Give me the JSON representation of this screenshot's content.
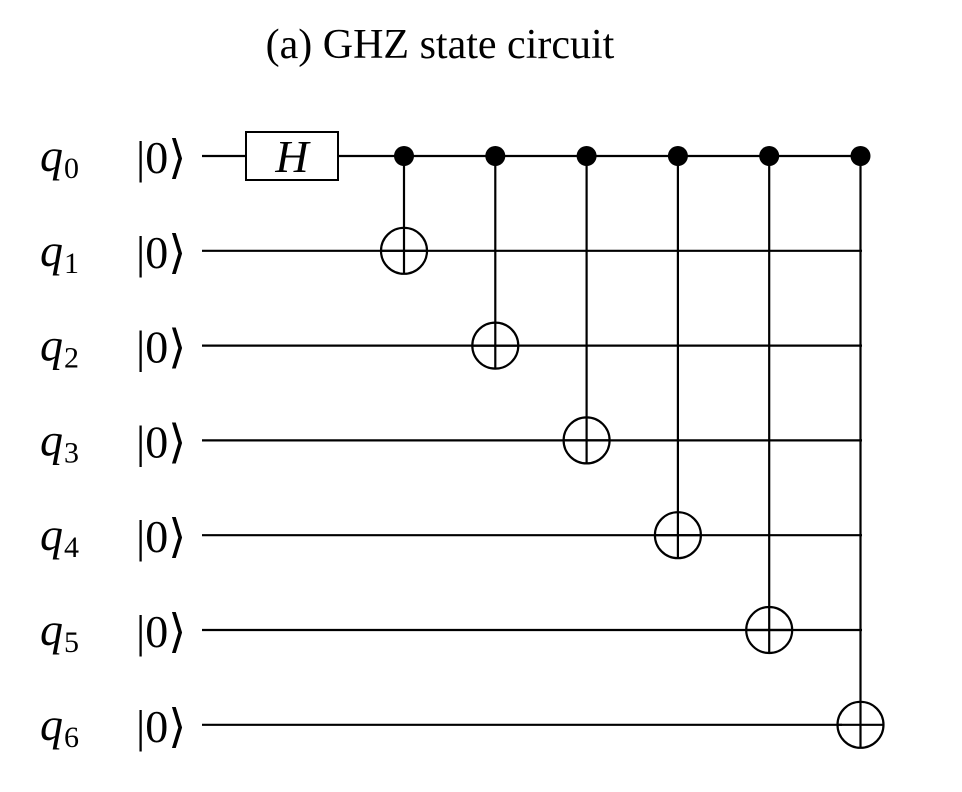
{
  "diagram": {
    "title": "(a) GHZ state circuit",
    "qubits": [
      {
        "name": "q",
        "index": "0",
        "init": "|0⟩"
      },
      {
        "name": "q",
        "index": "1",
        "init": "|0⟩"
      },
      {
        "name": "q",
        "index": "2",
        "init": "|0⟩"
      },
      {
        "name": "q",
        "index": "3",
        "init": "|0⟩"
      },
      {
        "name": "q",
        "index": "4",
        "init": "|0⟩"
      },
      {
        "name": "q",
        "index": "5",
        "init": "|0⟩"
      },
      {
        "name": "q",
        "index": "6",
        "init": "|0⟩"
      }
    ],
    "gates": [
      {
        "type": "H",
        "label": "H",
        "target": 0
      },
      {
        "type": "CNOT",
        "control": 0,
        "target": 1
      },
      {
        "type": "CNOT",
        "control": 0,
        "target": 2
      },
      {
        "type": "CNOT",
        "control": 0,
        "target": 3
      },
      {
        "type": "CNOT",
        "control": 0,
        "target": 4
      },
      {
        "type": "CNOT",
        "control": 0,
        "target": 5
      },
      {
        "type": "CNOT",
        "control": 0,
        "target": 6
      }
    ]
  }
}
